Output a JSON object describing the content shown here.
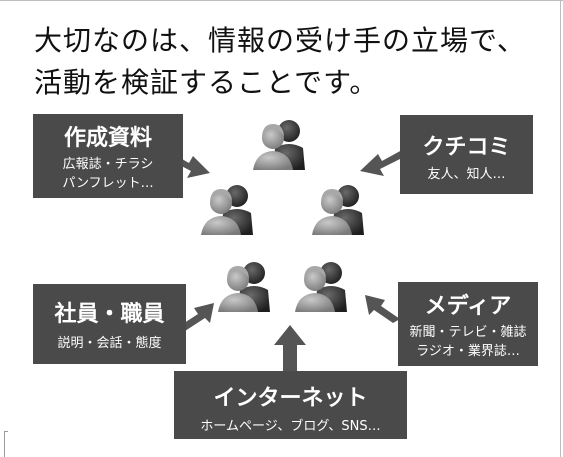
{
  "title": {
    "line1": "大切なのは、情報の受け手の立場で、",
    "line2": "活動を検証することです。"
  },
  "boxes": {
    "sakusei": {
      "head": "作成資料",
      "sub1": "広報誌・チラシ",
      "sub2": "パンフレット…"
    },
    "kuchikomi": {
      "head": "クチコミ",
      "sub1": "友人、知人…"
    },
    "shain": {
      "head": "社員・職員",
      "sub1": "説明・会話・態度"
    },
    "media": {
      "head": "メディア",
      "sub1": "新聞・テレビ・雑誌",
      "sub2": "ラジオ・業界誌…"
    },
    "internet": {
      "head": "インターネット",
      "sub1": "ホームページ、ブログ、SNS…"
    }
  },
  "icons": {
    "people_group": "people-pair-icon",
    "arrow": "arrow-icon"
  },
  "colors": {
    "box_fill": "#4a4a4a",
    "box_text": "#ffffff",
    "arrow_fill": "#555555",
    "person_light": "#8c8c8c",
    "person_dark": "#2e2e2e"
  }
}
